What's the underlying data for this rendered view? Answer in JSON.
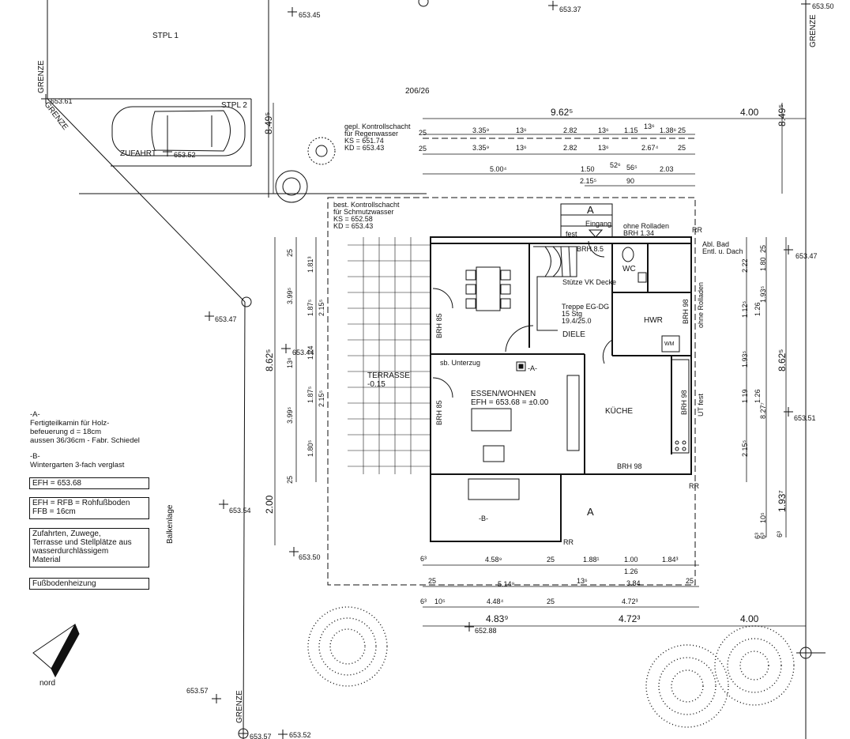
{
  "plot": {
    "parcel": "206/26",
    "parking_1": "STPL 1",
    "parking_2": "STPL 2",
    "driveway": "ZUFAHRT",
    "north_label": "nord",
    "boundary_label": "GRENZE",
    "balcony_label": "Balkenlage"
  },
  "levels": [
    {
      "value": "653.45"
    },
    {
      "value": "653.37"
    },
    {
      "value": "653.50"
    },
    {
      "value": "653.61"
    },
    {
      "value": "653.52"
    },
    {
      "value": "653.47"
    },
    {
      "value": "653.47"
    },
    {
      "value": "653.44"
    },
    {
      "value": "653.51"
    },
    {
      "value": "653.54"
    },
    {
      "value": "653.50"
    },
    {
      "value": "652.88"
    },
    {
      "value": "653.57"
    },
    {
      "value": "653.57"
    },
    {
      "value": "653.52"
    }
  ],
  "shafts": {
    "rain": [
      "gepl. Kontrollschacht",
      "für Regenwasser",
      "KS = 651.74",
      "KD = 653.43"
    ],
    "waste": [
      "best. Kontrollschacht",
      "für Schmutzwasser",
      "KS = 652.58",
      "KD = 653.43"
    ]
  },
  "rooms": {
    "terrace": "TERRASSE",
    "terrace_level": "-0.15",
    "dining": "ESSEN/WOHNEN",
    "dining_level": "EFH = 653.68 = ±0.00",
    "kitchen": "KÜCHE",
    "hall": "DIELE",
    "utility": "HWR",
    "wc": "WC",
    "wm": "WM",
    "entrance": "Eingang",
    "stairs": [
      "Treppe EG-DG",
      "15 Stg",
      "19.4/25.0"
    ],
    "support": "Stütze VK Decke",
    "beam": "sb. Unterzug",
    "chimney_mark": "-A-",
    "winter_garden": "-B-",
    "no_shutters_1": "ohne Rolladen",
    "sill_134": "BRH 1.34",
    "no_shutters_2": "ohne Rolladen",
    "exhaust": [
      "Abl. Bad",
      "Entl. u. Dach"
    ],
    "fest_1": "fest",
    "fest_2": "UT fest",
    "brh_85a": "BRH 8.5",
    "brh_85b": "BRH 85",
    "brh_85c": "BRH 85",
    "brh_98a": "BRH 98",
    "brh_98b": "BRH 98",
    "brh_98c": "BRH 98",
    "rr": "RR",
    "section": "A"
  },
  "dims": {
    "top_total": "9.62⁵",
    "top_right": "4.00",
    "top_row1": [
      "25",
      "3.35⁹",
      "13⁶",
      "2.82",
      "13⁶",
      "1.15",
      "13⁶",
      "1.38⁶",
      "25"
    ],
    "top_row2": [
      "25",
      "3.35⁹",
      "13⁶",
      "2.82",
      "13⁶",
      "2.67⁴",
      "25"
    ],
    "top_row3": [
      "5.00⁴",
      "1.50",
      "52⁶",
      "56⁵",
      "2.03"
    ],
    "top_row4": [
      "2.15⁵",
      "90"
    ],
    "left_total": "8.49⁵",
    "right_total": "8.49⁵",
    "left_col1": [
      "25",
      "1.81³",
      "1.87⁵",
      "2.15⁵",
      "1.24",
      "1.87⁵",
      "2.15⁵",
      "1.80⁵",
      "25"
    ],
    "left_col2": [
      "3.99⁵",
      "13⁶",
      "3.99⁵"
    ],
    "left_house": "8.62⁵",
    "left_garden": "2.00",
    "right_col1": [
      "25",
      "1.80",
      "1.26",
      "1.12⁵",
      "1.93⁵",
      "1.19",
      "1.26",
      "2.15⁵",
      "10⁵",
      "6³"
    ],
    "right_col2": [
      "2.22",
      "1.93⁵",
      "8.27⁷",
      "6³"
    ],
    "right_col3": [
      "8.62⁵",
      "1.93⁷",
      "6³"
    ],
    "bottom_row1": [
      "6³",
      "4.58⁹",
      "25",
      "1.88¹",
      "1.00",
      "1.84³"
    ],
    "bottom_row1b": "1.26",
    "bottom_row2": [
      "25",
      "5.14⁹",
      "13⁶",
      "3.84",
      "25"
    ],
    "bottom_row3": [
      "6³",
      "10⁵",
      "4.48⁴",
      "25",
      "4.72³"
    ],
    "bottom_row4": [
      "4.83⁹",
      "4.72³",
      "4.00"
    ]
  },
  "legend": {
    "a_title": "-A-",
    "a_lines": [
      "Fertigteilkamin für Holz-",
      "befeuerung d = 18cm",
      "aussen 36/36cm - Fabr. Schiedel"
    ],
    "b_title": "-B-",
    "b_line": "Wintergarten 3-fach verglast",
    "efh": "EFH = 653.68",
    "efh_rfb": "EFH = RFB = Rohfußboden",
    "ffb": "FFB = 16cm",
    "paving": [
      "Zufahrten, Zuwege,",
      "Terrasse und Stellplätze aus",
      "wasserdurchlässigem",
      "Material"
    ],
    "heating": "Fußbodenheizung"
  }
}
